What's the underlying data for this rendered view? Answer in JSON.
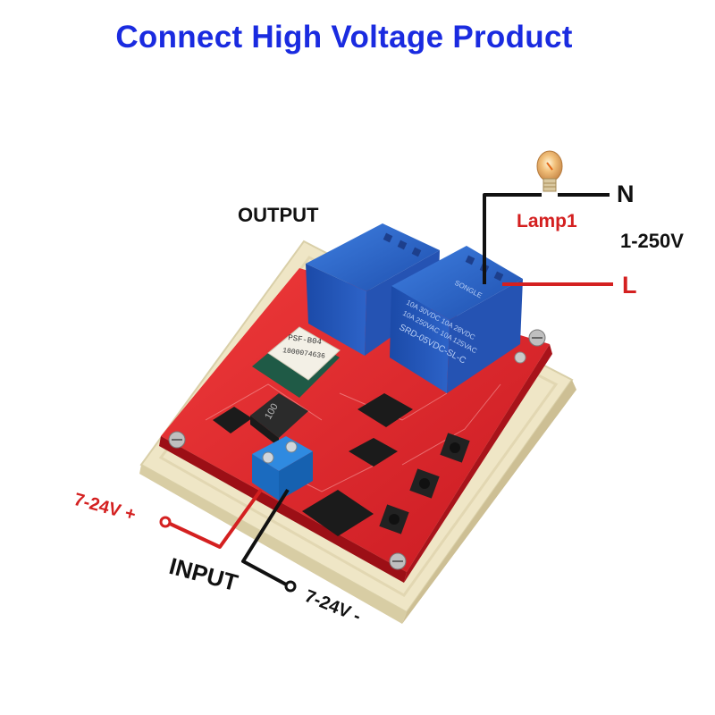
{
  "title": "Connect High Voltage Product",
  "labels": {
    "output": "OUTPUT",
    "input": "INPUT",
    "lamp": "Lamp1",
    "neutral": "N",
    "live": "L",
    "voltage_range": "1-250V",
    "vin_plus": "7-24V +",
    "vin_minus": "7-24V -"
  },
  "board_text": {
    "module_name": "PSF-B04",
    "module_id": "1000074636",
    "inductor": "100",
    "relay_brand": "SONGLE",
    "relay_model": "SRD-05VDC-SL-C",
    "relay_rating_1": "10A 250VAC  10A 125VAC",
    "relay_rating_2": "10A 30VDC  10A 28VDC"
  },
  "colors": {
    "title": "#1a2be0",
    "live_wire": "#d42020",
    "neutral_wire": "#111111",
    "pcb": "#e3222a",
    "relay": "#2a5fc4",
    "terminal": "#1f78d1"
  }
}
